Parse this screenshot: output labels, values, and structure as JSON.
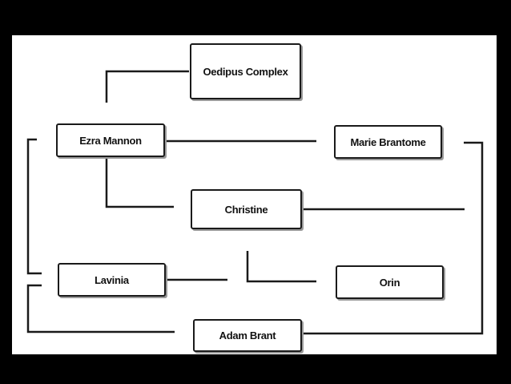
{
  "diagram": {
    "nodes": {
      "oedipus": "Oedipus Complex",
      "ezra": "Ezra Mannon",
      "marie": "Marie Brantome",
      "christine": "Christine",
      "lavinia": "Lavinia",
      "orin": "Orin",
      "adam": "Adam Brant"
    },
    "line_color": "#1a1a1a",
    "background": "#000000",
    "slide_color": "#ffffff"
  }
}
